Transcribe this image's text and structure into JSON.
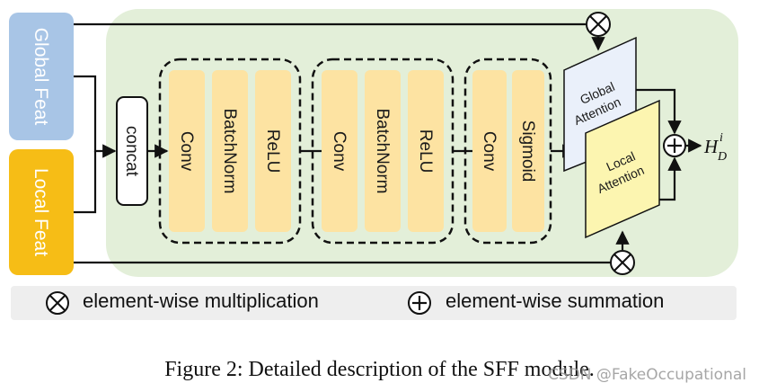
{
  "inputs": {
    "global_label": "Global Feat",
    "local_label": "Local Feat"
  },
  "concat_label": "concat",
  "block1": {
    "conv": "Conv",
    "bn": "BatchNorm",
    "relu": "ReLU"
  },
  "block2": {
    "conv": "Conv",
    "bn": "BatchNorm",
    "relu": "ReLU"
  },
  "block3": {
    "conv": "Conv",
    "act": "Sigmoid"
  },
  "attention": {
    "global_line1": "Global",
    "global_line2": "Attention",
    "local_line1": "Local",
    "local_line2": "Attention"
  },
  "output": {
    "base": "H",
    "sub": "D",
    "sup": "i"
  },
  "legend": {
    "mult_label": "element-wise multiplication",
    "sum_label": "element-wise summation"
  },
  "caption": "Figure 2: Detailed description of the SFF module.",
  "watermark": "CSDN @FakeOccupational",
  "colors": {
    "panel": "#e3efd9",
    "global_feat": "#a8c5e6",
    "local_feat": "#f6bd16",
    "layer": "#fde3a2",
    "global_att": "#eaf0fa",
    "local_att": "#fcf5b0",
    "legend_bg": "#eeeeee"
  }
}
